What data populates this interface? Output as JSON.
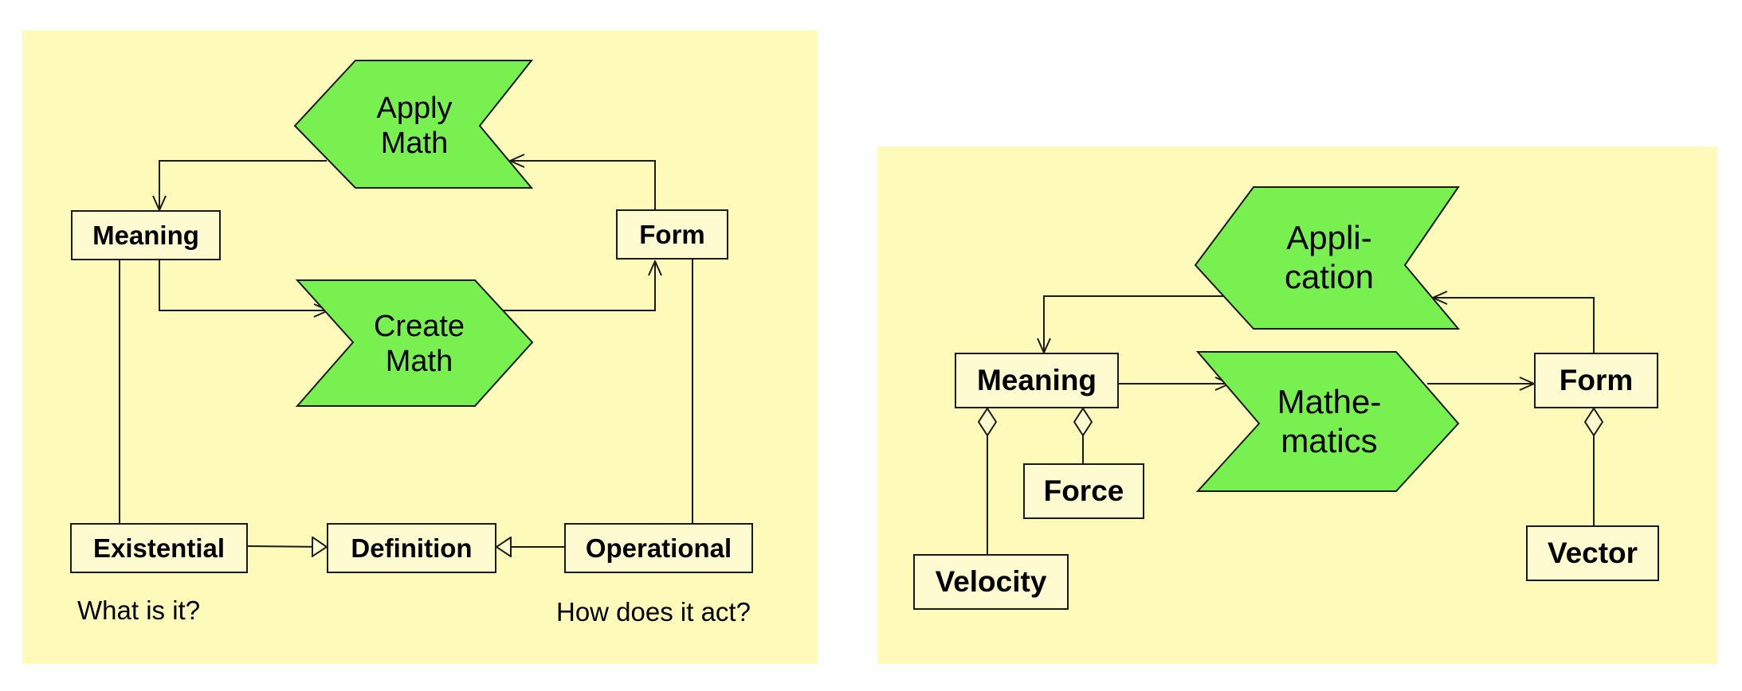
{
  "left_diagram": {
    "apply_lines": [
      "Apply",
      "Math"
    ],
    "create_lines": [
      "Create",
      "Math"
    ],
    "meaning": "Meaning",
    "form": "Form",
    "existential": "Existential",
    "definition": "Definition",
    "operational": "Operational",
    "caption_existential": "What is it?",
    "caption_operational": "How does it act?"
  },
  "right_diagram": {
    "application_lines": [
      "Appli-",
      "cation"
    ],
    "mathematics_lines": [
      "Mathe-",
      "matics"
    ],
    "meaning": "Meaning",
    "form": "Form",
    "force": "Force",
    "velocity": "Velocity",
    "vector": "Vector"
  },
  "colors": {
    "panel_fill": "#fefab9",
    "shape_fill": "#77f050",
    "line": "#1a1a1a"
  }
}
